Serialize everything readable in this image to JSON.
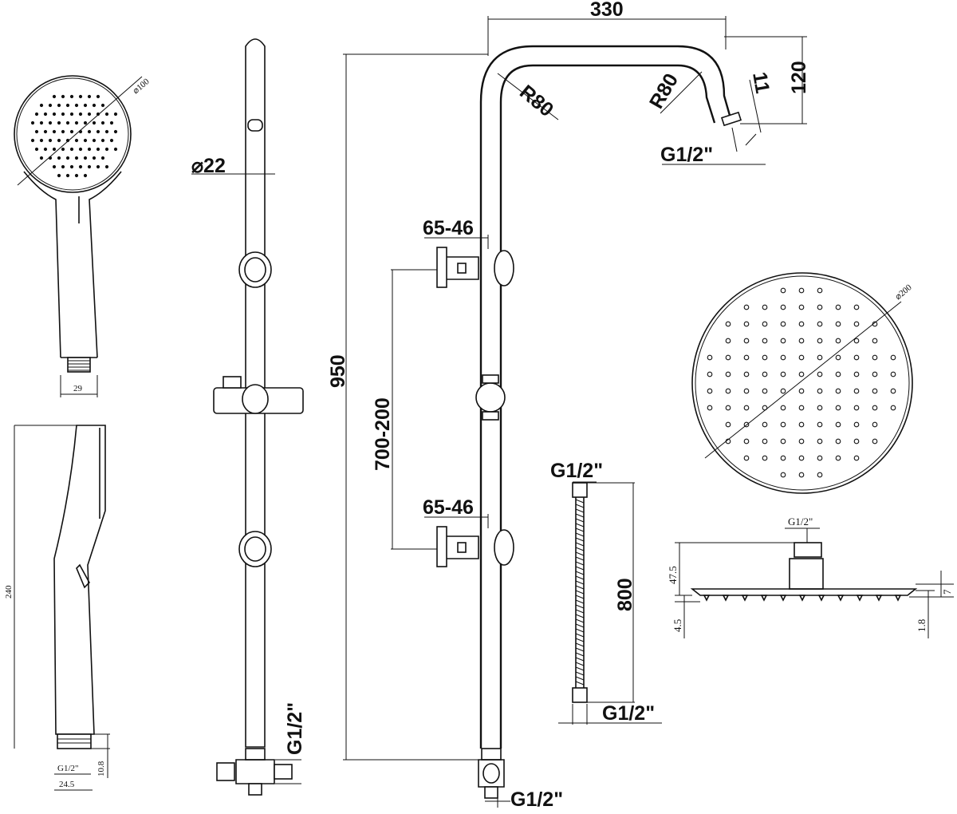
{
  "dimensions": {
    "hand_diameter": "⌀100",
    "hand_width": "29",
    "hand_length": "240",
    "hand_thread": "G1/2\"",
    "hand_conn_height": "10.8",
    "hand_conn_width": "24.5",
    "rail_diameter": "⌀22",
    "rail_thread": "G1/2\"",
    "arm_width": "330",
    "arm_radius_left": "R80",
    "arm_radius_right": "R80",
    "arm_height": "120",
    "arm_nozzle": "11",
    "arm_thread": "G1/2\"",
    "bracket_upper": "65-46",
    "bracket_lower": "65-46",
    "bracket_spacing": "700-200",
    "total_height": "950",
    "bottom_thread": "G1/2\"",
    "hose_thread_top": "G1/2\"",
    "hose_thread_bottom": "G1/2\"",
    "hose_length": "800",
    "head_diameter": "⌀200",
    "head_thread": "G1/2\"",
    "head_height": "47.5",
    "head_thickness": "7",
    "head_nozzle": "4.5",
    "head_edge": "1.8"
  },
  "colors": {
    "line": "#111111",
    "background": "#ffffff"
  }
}
